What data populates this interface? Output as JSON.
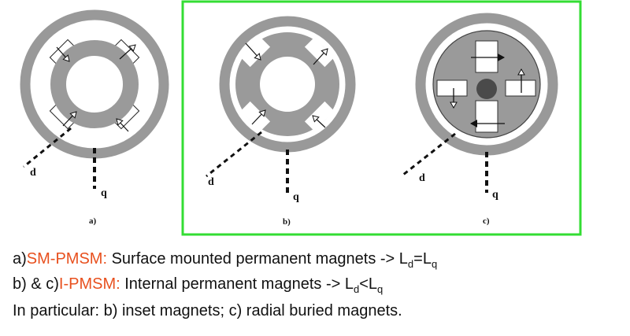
{
  "colors": {
    "ring": "#999999",
    "rotor": "#9a9a9a",
    "magnet_fill": "#ffffff",
    "shaft": "#4a4a4a",
    "frame": "#33dd33",
    "accent": "#e8501e",
    "text": "#111111"
  },
  "figure": {
    "panels": [
      {
        "label": "a)",
        "d_axis": "d",
        "q_axis": "q"
      },
      {
        "label": "b)",
        "d_axis": "d",
        "q_axis": "q"
      },
      {
        "label": "c)",
        "d_axis": "d",
        "q_axis": "q"
      }
    ]
  },
  "caption": {
    "line1": {
      "prefix": "a)",
      "type": "SM-PMSM:",
      "text": " Surface mounted permanent magnets -> L",
      "sub1": "d",
      "rel": "=L",
      "sub2": "q"
    },
    "line2": {
      "prefix": "b) & c)",
      "type": "I-PMSM:",
      "text": " Internal permanent magnets -> L",
      "sub1": "d",
      "rel": "<L",
      "sub2": "q"
    },
    "line3": {
      "text": "In particular: b) inset magnets; c) radial buried magnets."
    }
  }
}
